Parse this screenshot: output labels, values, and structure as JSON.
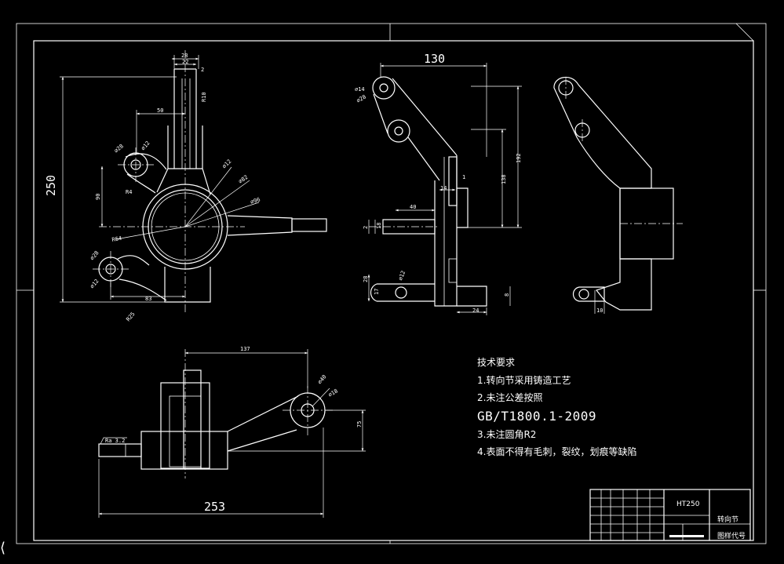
{
  "dimensions": {
    "front_height": "250",
    "front_top_width": "28",
    "front_top_inner": "22",
    "front_top_small": "2",
    "front_mid_width": "50",
    "front_r10": "R10",
    "front_d12_upper": "⌀12",
    "front_d28_upper": "⌀28",
    "front_r4": "R4",
    "front_d12": "⌀12",
    "front_d82": "⌀82",
    "front_d96": "⌀96",
    "front_r64": "R64",
    "front_d28": "⌀28",
    "front_d12_lower": "⌀12",
    "front_83": "83",
    "front_r25": "R25",
    "front_90": "90",
    "side_width": "130",
    "side_d14": "⌀14",
    "side_d28": "⌀28",
    "side_192": "192",
    "side_138": "138",
    "side_40": "40",
    "side_14": "14",
    "side_2": "2",
    "side_18": "18",
    "side_d12": "⌀12",
    "side_17": "17",
    "side_28": "28",
    "side_24": "24",
    "side_1": "1",
    "side_8": "8",
    "section_10": "10",
    "top_width": "137",
    "top_d40": "⌀40",
    "top_d18": "⌀18",
    "top_75": "75",
    "top_ra": "Ra 3.2",
    "top_total": "253"
  },
  "notes": {
    "title": "技术要求",
    "items": [
      "1.转向节采用铸造工艺",
      "2.未注公差按照",
      "GB/T1800.1-2009",
      "3.未注圆角R2",
      "4.表面不得有毛刺，裂纹，划痕等缺陷"
    ]
  },
  "title_block": {
    "material": "HT250",
    "part_name": "转向节",
    "drawing_no": "图样代号"
  },
  "colors": {
    "background": "#000000",
    "lines": "#ffffff"
  }
}
